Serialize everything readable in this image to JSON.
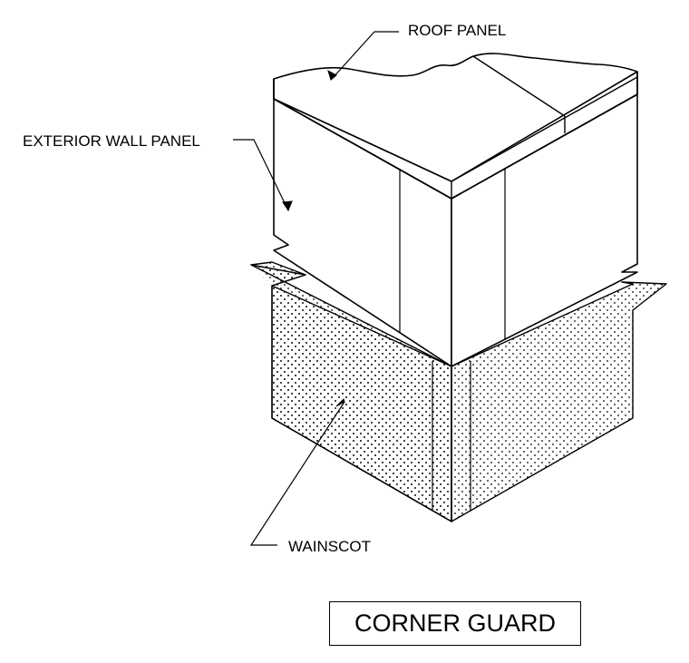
{
  "callouts": {
    "roof_panel": "ROOF PANEL",
    "exterior_wall_panel": "EXTERIOR WALL PANEL",
    "wainscot": "WAINSCOT"
  },
  "title": "CORNER GUARD",
  "colors": {
    "line": "#000000",
    "background": "#ffffff"
  }
}
